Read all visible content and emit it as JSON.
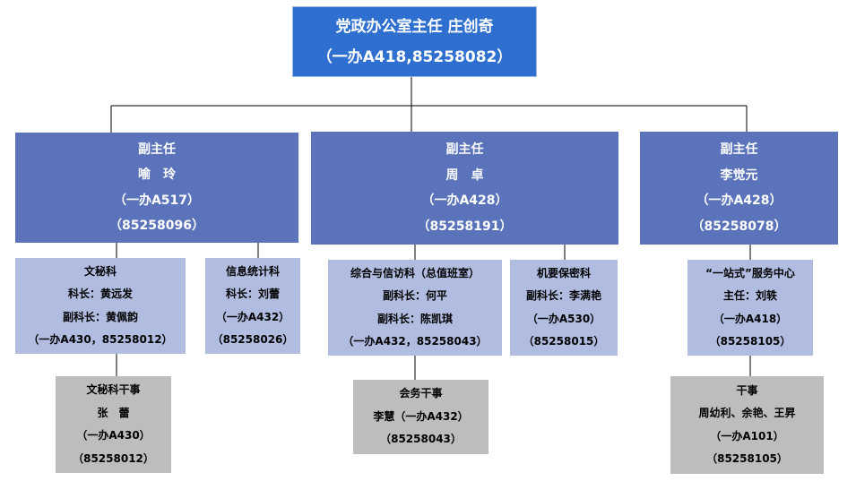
{
  "director": {
    "title": "党政办公室主任 庄创奇",
    "contact": "（一办A418,85258082）"
  },
  "deputies": [
    {
      "role": "副主任",
      "name": "喻　玲",
      "office": "（一办A517）",
      "phone": "（85258096）"
    },
    {
      "role": "副主任",
      "name": "周　卓",
      "office": "（一办A428）",
      "phone": "（85258191）"
    },
    {
      "role": "副主任",
      "name": "李觉元",
      "office": "（一办A428）",
      "phone": "（85258078）"
    }
  ],
  "sections": [
    {
      "name": "文秘科",
      "line2": "科长：黄远发",
      "line3": "副科长：黄佩韵",
      "line4": "（一办A430，85258012）"
    },
    {
      "name": "信息统计科",
      "line2": "科长：刘蕾",
      "line3": "（一办A432）",
      "line4": "（85258026）"
    },
    {
      "name": "综合与信访科（总值班室）",
      "line2": "副科长：何平",
      "line3": "副科长：陈凯琪",
      "line4": "（一办A432，85258043）"
    },
    {
      "name": "机要保密科",
      "line2": "副科长：李满艳",
      "line3": "（一办A530）",
      "line4": "（85258015）"
    },
    {
      "name": "“一站式”服务中心",
      "line2": "主任：刘轶",
      "line3": "（一办A418）",
      "line4": "（85258105）"
    }
  ],
  "staff": [
    {
      "name": "文秘科干事",
      "line2": "张　蕾",
      "line3": "（一办A430）",
      "line4": "（85258012）"
    },
    {
      "name": "会务干事",
      "line2": "李慧（一办A432）",
      "line3": "（85258043）"
    },
    {
      "name": "干事",
      "line2": "周幼利、余艳、王昇",
      "line3": "（一办A101）",
      "line4": "（85258105）"
    }
  ],
  "colors": {
    "director_fill": "#2f6fd0",
    "deputy_fill": "#5a73ba",
    "section_fill": "#b0bce0",
    "staff_fill": "#bdbdbd",
    "connector": "#000000"
  }
}
